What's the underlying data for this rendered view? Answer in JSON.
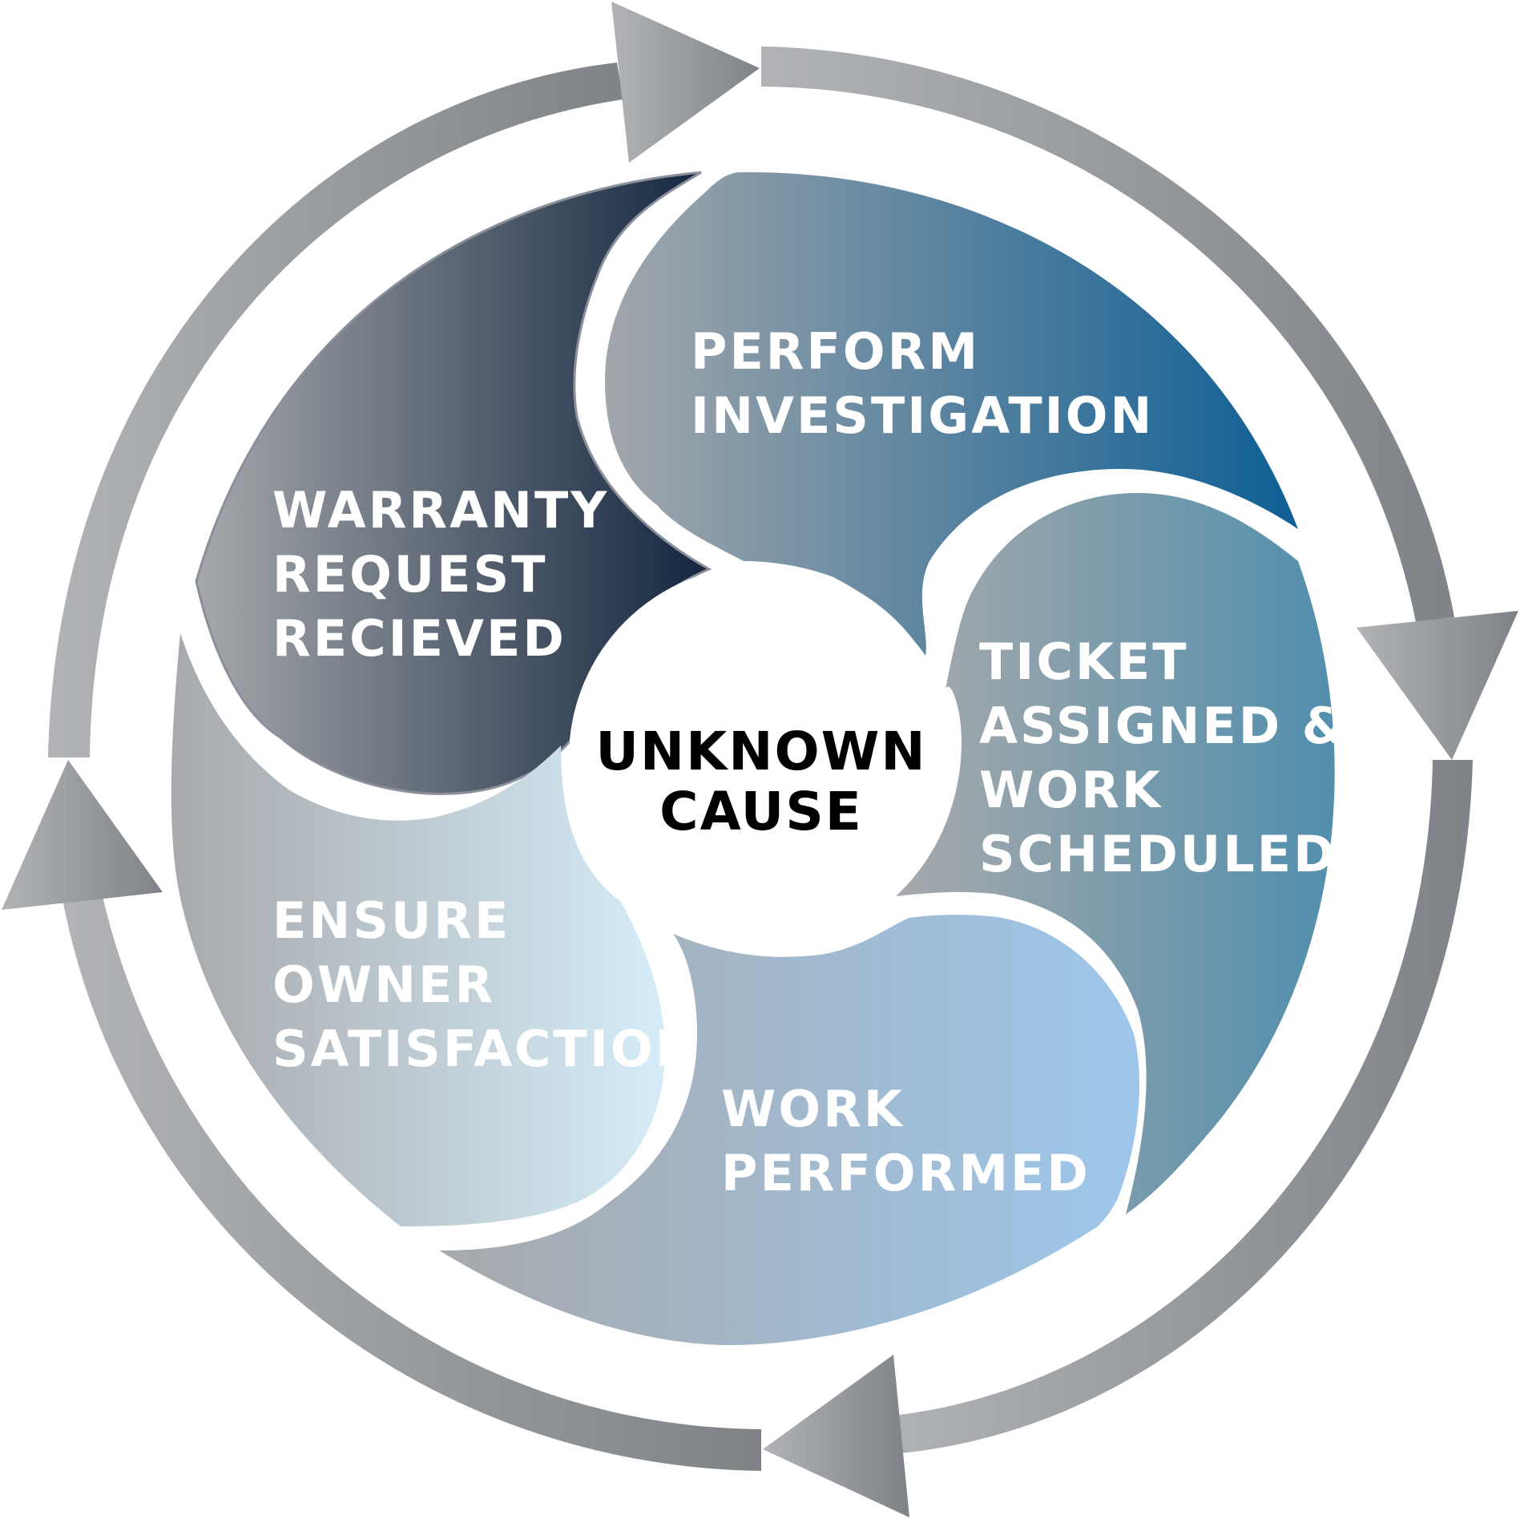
{
  "center": {
    "line1": "UNKNOWN",
    "line2": "CAUSE",
    "color": "#000000"
  },
  "stages": [
    {
      "id": "warranty",
      "lines": [
        "WARRANTY",
        "REQUEST",
        "RECIEVED"
      ],
      "colors": [
        "#a7a9ac",
        "#13263f"
      ]
    },
    {
      "id": "investigation",
      "lines": [
        "PERFORM",
        "INVESTIGATION"
      ],
      "colors": [
        "#a7a9ac",
        "#0e5f95"
      ]
    },
    {
      "id": "ticket",
      "lines": [
        "TICKET",
        "ASSIGNED &",
        "WORK",
        "SCHEDULED"
      ],
      "colors": [
        "#a7a9ac",
        "#4f8ead"
      ]
    },
    {
      "id": "work",
      "lines": [
        "WORK",
        "PERFORMED"
      ],
      "colors": [
        "#a7a9ac",
        "#9dc6ea"
      ]
    },
    {
      "id": "satisfaction",
      "lines": [
        "ENSURE",
        "OWNER",
        "SATISFACTION"
      ],
      "colors": [
        "#a7a9ac",
        "#d5ecf8"
      ]
    }
  ],
  "ring": {
    "colors": [
      "#b1b3b6",
      "#7f8387"
    ],
    "arrow_count": 4
  }
}
